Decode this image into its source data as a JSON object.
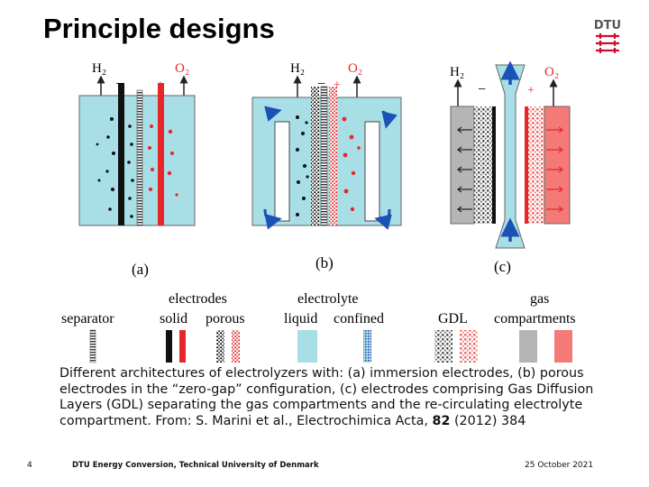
{
  "title": "Principle designs",
  "logo_text": "DTU",
  "panels": [
    {
      "label": "(a)",
      "gas_left": "H₂",
      "gas_right": "O₂",
      "sign_left": "−",
      "sign_right": "+"
    },
    {
      "label": "(b)",
      "gas_left": "H₂",
      "gas_right": "O₂",
      "sign_left": "−",
      "sign_right": "+"
    },
    {
      "label": "(c)",
      "gas_left": "H₂",
      "gas_right": "O₂",
      "sign_left": "−",
      "sign_right": "+"
    }
  ],
  "legend": {
    "separator": "separator",
    "electrodes": "electrodes",
    "solid": "solid",
    "porous": "porous",
    "electrolyte": "electrolyte",
    "liquid": "liquid",
    "confined": "confined",
    "gdl": "GDL",
    "gas": "gas",
    "compartments": "compartments"
  },
  "caption": {
    "before_volume": "Different architectures of electrolyzers with: (a) immersion electrodes, (b) porous electrodes in the “zero-gap” configuration, (c) electrodes comprising Gas Diffusion Layers (GDL) separating the gas compartments and the re-circulating electrolyte compartment. From: S. Marini et al., Electrochimica Acta, ",
    "volume": "82",
    "after_volume": " (2012) 384"
  },
  "footer": {
    "page": "4",
    "organization": "DTU Energy Conversion, Technical University of Denmark",
    "date": "25 October 2021"
  },
  "colors": {
    "electrolyte": "#a8dee6",
    "solid_black": "#111111",
    "solid_red": "#e8262a",
    "gdl_grey": "#8a8a8a",
    "gas_grey": "#b5b5b5",
    "gas_red": "#f47a78",
    "arrow_blue": "#1a52b5",
    "logo_red": "#c8102e"
  }
}
